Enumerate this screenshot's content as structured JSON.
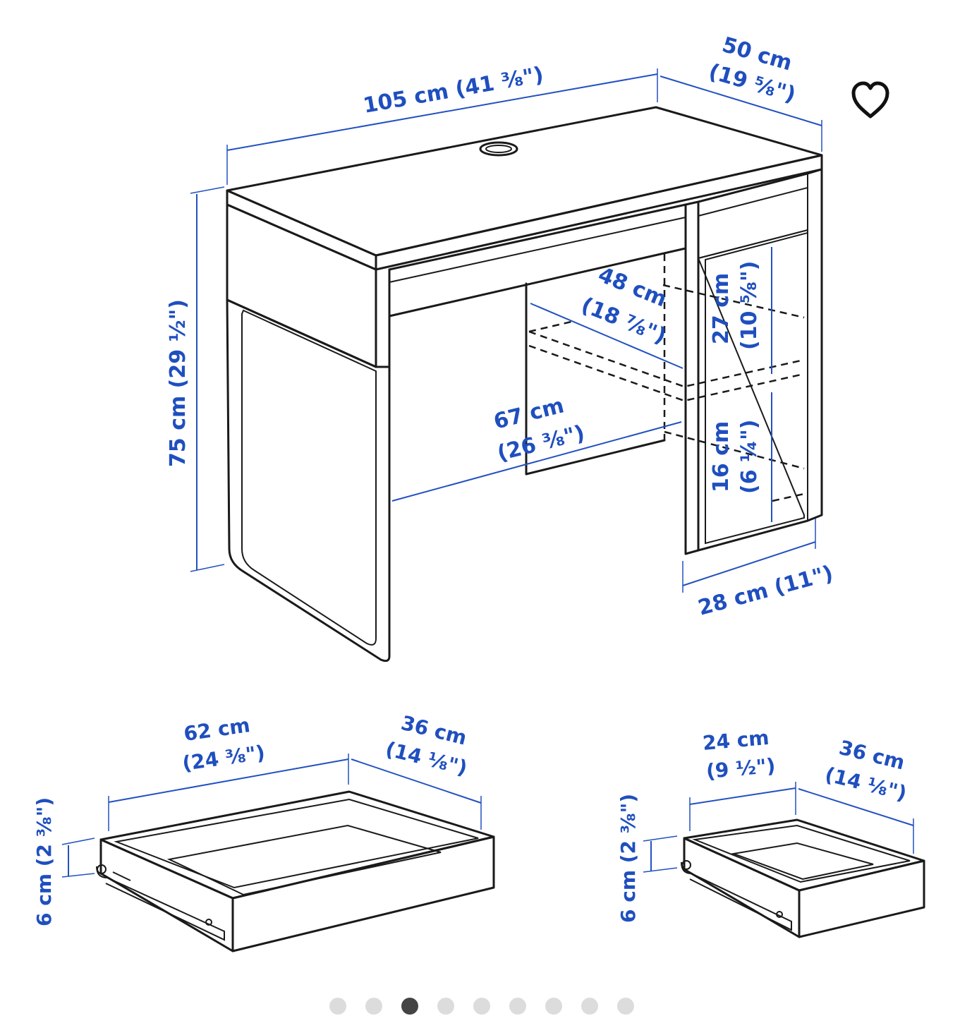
{
  "accent_color": "#1f4fbf",
  "favorite": {
    "icon": "heart-outline-icon"
  },
  "desk": {
    "width": {
      "cm": "105 cm (41 ⅜\")"
    },
    "depth": {
      "cm": "50 cm",
      "in": "(19 ⅝\")"
    },
    "height": {
      "cm": "75 cm (29 ½\")"
    },
    "inner_depth": {
      "cm": "48 cm",
      "in": "(18 ⅞\")"
    },
    "leg_space": {
      "cm": "67 cm",
      "in": "(26 ⅜\")"
    },
    "shelf_upper": {
      "cm": "27 cm",
      "in": "(10 ⅝\")"
    },
    "shelf_lower": {
      "cm": "16 cm",
      "in": "(6 ¼\")"
    },
    "cabinet_width": {
      "cm": "28 cm (11\")"
    }
  },
  "drawer_large": {
    "width": {
      "cm": "62 cm",
      "in": "(24 ⅜\")"
    },
    "depth": {
      "cm": "36 cm",
      "in": "(14 ⅛\")"
    },
    "height": {
      "cm": "6 cm (2 ⅜\")"
    }
  },
  "drawer_small": {
    "width": {
      "cm": "24 cm",
      "in": "(9 ½\")"
    },
    "depth": {
      "cm": "36 cm",
      "in": "(14 ⅛\")"
    },
    "height": {
      "cm": "6 cm (2 ⅜\")"
    }
  },
  "carousel": {
    "count": 9,
    "active_index": 2
  }
}
